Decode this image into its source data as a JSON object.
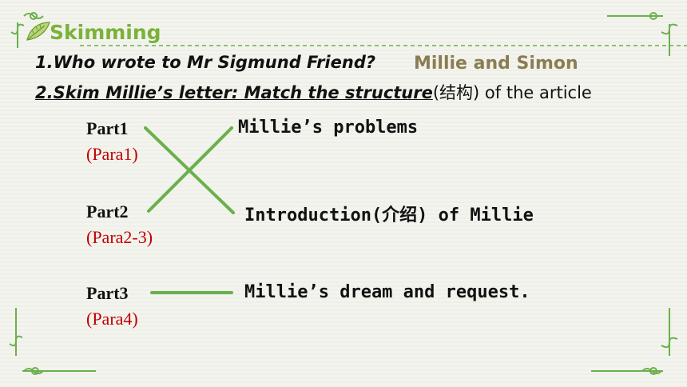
{
  "slide": {
    "title": "Skimming",
    "q1": "1.Who wrote to Mr Sigmund Friend?",
    "answer": "Millie  and Simon",
    "q2_main": "2.Skim Millie’s letter: Match the structure",
    "q2_cn": "(结构)",
    "q2_tail": " of the article"
  },
  "parts": [
    {
      "label": "Part1",
      "para": "(Para1)"
    },
    {
      "label": "Part2",
      "para": "(Para2-3)"
    },
    {
      "label": "Part3",
      "para": "(Para4)"
    }
  ],
  "items": [
    "Millie’s problems",
    "Introduction(介绍) of Millie",
    "Millie’s dream and request."
  ],
  "colors": {
    "title": "#7ab23a",
    "answer": "#8b7d52",
    "para": "#c00000",
    "match_line": "#6ab04c",
    "frame": "#6ab04c"
  }
}
